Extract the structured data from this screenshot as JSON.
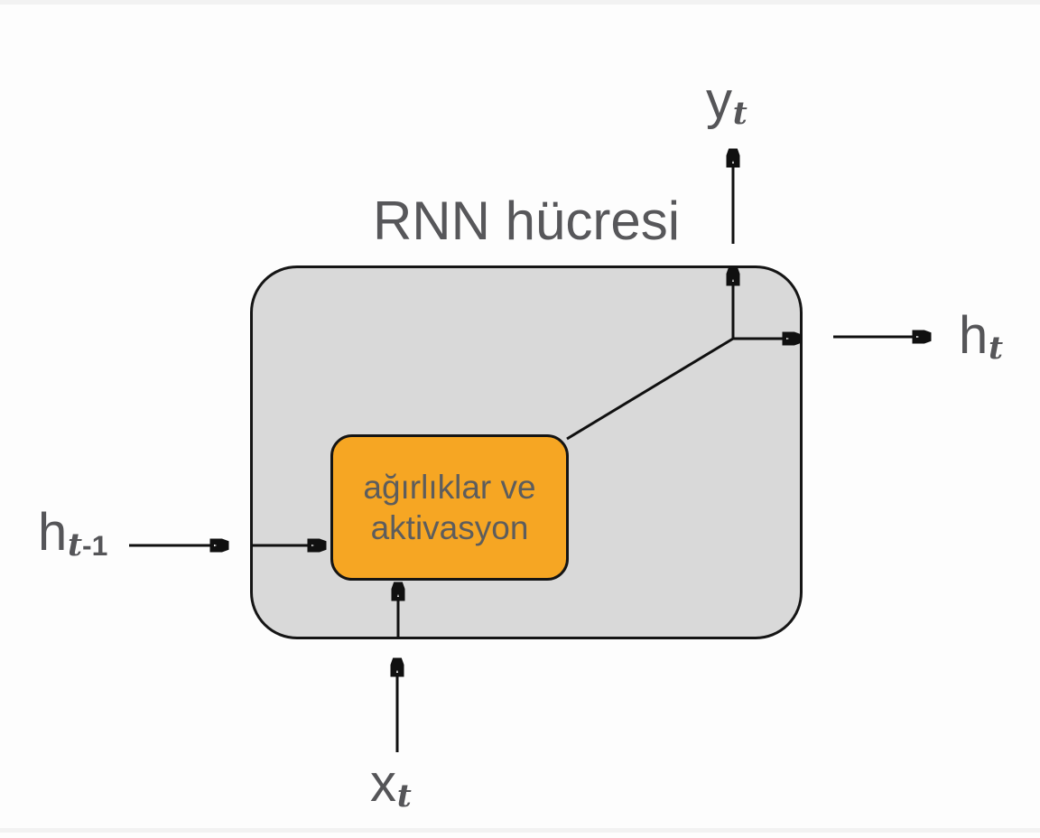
{
  "diagram": {
    "title": "RNN hücresi",
    "cell_fill": "#d9d9d9",
    "line_color": "#101010",
    "text_color": "#57575a",
    "inner_box": {
      "line1": "ağırlıklar ve",
      "line2": "aktivasyon",
      "fill": "#f6a623"
    }
  },
  "labels": {
    "output_y": {
      "base": "y",
      "sub": "t"
    },
    "hidden_state_out": {
      "base": "h",
      "sub": "t"
    },
    "hidden_state_in": {
      "base": "h",
      "sub": "t",
      "sub_suffix": "-1"
    },
    "input_x": {
      "base": "x",
      "sub": "t"
    }
  }
}
